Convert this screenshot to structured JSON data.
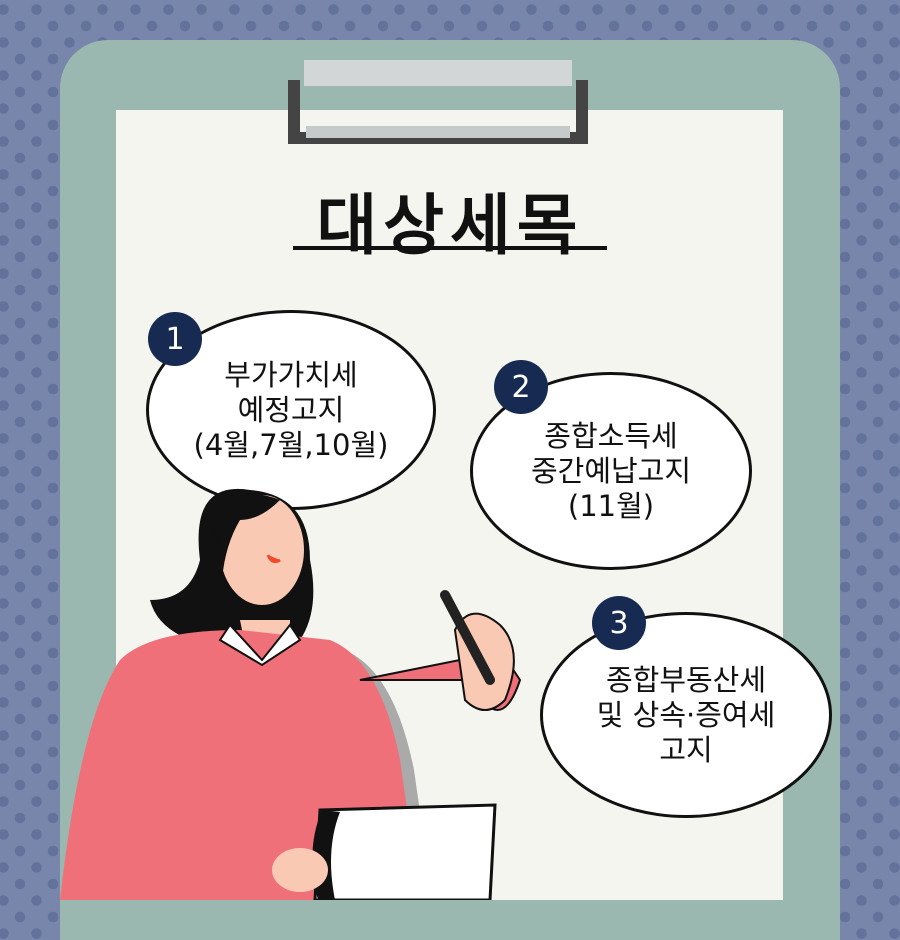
{
  "title": "대상세목",
  "items": [
    {
      "number": "1",
      "lines": [
        "부가가치세",
        "예정고지",
        "(4월,7월,10월)"
      ]
    },
    {
      "number": "2",
      "lines": [
        "종합소득세",
        "중간예납고지",
        "(11월)"
      ]
    },
    {
      "number": "3",
      "lines": [
        "종합부동산세",
        "및 상속·증여세",
        "고지"
      ]
    }
  ],
  "colors": {
    "background": "#7886ab",
    "board": "#9bb8b0",
    "badge": "#172a52",
    "shirt": "#f0707a"
  }
}
